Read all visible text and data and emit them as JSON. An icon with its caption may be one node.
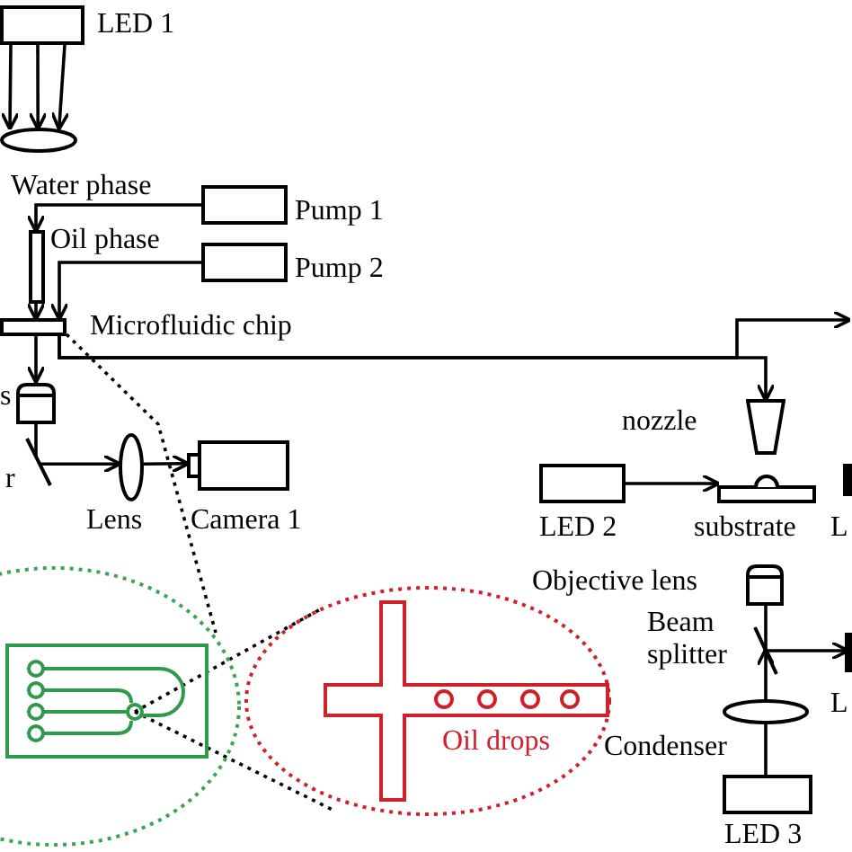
{
  "diagram": {
    "nodes": [
      {
        "text": [
          "LED 1"
        ]
      },
      {
        "text": [],
        "shape": "ellipse"
      },
      {
        "text": [
          "Pump 1"
        ]
      },
      {
        "text": [
          "Pump 2"
        ]
      },
      {
        "text": [],
        "shape": "box"
      },
      {
        "text": [
          "Microfluidic chip"
        ]
      },
      {
        "text": [],
        "shape": "box"
      },
      {
        "text": [],
        "shape": "mirror"
      },
      {
        "text": [
          "Lens"
        ]
      },
      {
        "text": [
          "Camera 1"
        ]
      },
      {
        "text": [
          "nozzle"
        ]
      },
      {
        "text": [
          "LED 2"
        ]
      },
      {
        "text": [
          "substrate"
        ]
      },
      {
        "text": [
          "Objective lens"
        ]
      },
      {
        "text": [
          "Beam splitter"
        ]
      },
      {
        "text": [
          "Condenser"
        ]
      },
      {
        "text": [
          "LED 3"
        ]
      },
      {
        "text": [],
        "shape": "ellipse"
      },
      {
        "text": [],
        "shape": "picture",
        "in": 17
      },
      {
        "text": [
          "Oil drops"
        ]
      }
    ],
    "edges": [
      {
        "from": 0,
        "to": 1,
        "arrow": "to"
      },
      {
        "from": 2,
        "to": 4,
        "arrow": "to",
        "label": "Water phase"
      },
      {
        "from": 3,
        "to": 5,
        "arrow": "to",
        "label": "Oil phase"
      },
      {
        "from": 4,
        "to": 5,
        "arrow": "to"
      },
      {
        "from": 5,
        "to": 6,
        "arrow": "to"
      },
      {
        "from": 6,
        "to": 7,
        "arrow": "none"
      },
      {
        "from": 7,
        "to": 8,
        "arrow": "to"
      },
      {
        "from": 8,
        "to": 9,
        "arrow": "to"
      },
      {
        "from": 5,
        "to": 10,
        "arrow": "to"
      },
      {
        "from": 5,
        "to": null,
        "arrow": "to"
      },
      {
        "from": 11,
        "to": 12,
        "arrow": "to"
      },
      {
        "from": 13,
        "to": 14,
        "arrow": "none"
      },
      {
        "from": 16,
        "to": 15,
        "arrow": "none"
      },
      {
        "from": 15,
        "to": 14,
        "arrow": "to"
      },
      {
        "from": 14,
        "to": null,
        "arrow": "to"
      },
      {
        "from": 5,
        "to": 17,
        "arrow": "none",
        "style": "dashed"
      },
      {
        "from": 18,
        "to": 19,
        "arrow": "none",
        "style": "dashed"
      },
      {
        "from": 18,
        "to": 19,
        "arrow": "none",
        "style": "dashed"
      },
      {
        "from": 0,
        "to": 1,
        "arrow": "to"
      },
      {
        "from": 0,
        "to": 1,
        "arrow": "to"
      }
    ],
    "labels": [
      "s",
      "r",
      "L",
      "L"
    ]
  }
}
